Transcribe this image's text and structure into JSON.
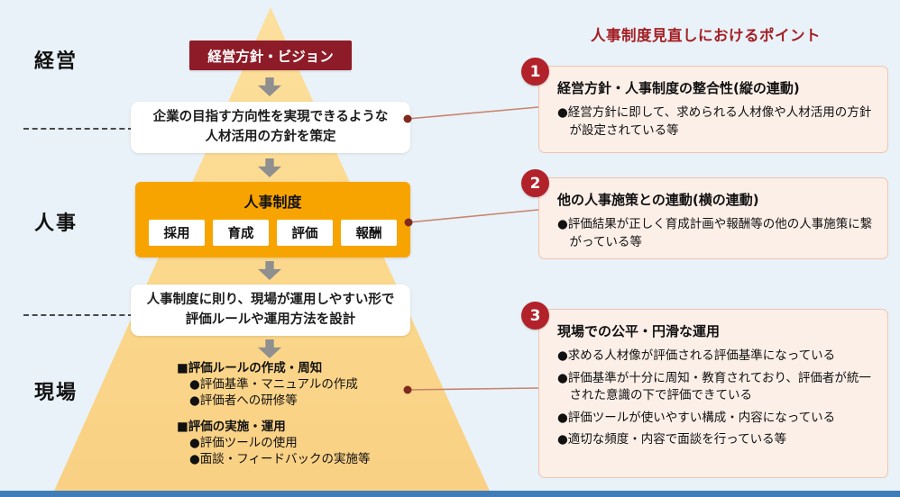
{
  "pyramid": {
    "levels": [
      {
        "label": "経営"
      },
      {
        "label": "人事"
      },
      {
        "label": "現場"
      }
    ],
    "vision_box": "経営方針・ビジョン",
    "box1_line1": "企業の目指す方向性を実現できるような",
    "box1_line2": "人材活用の方針を策定",
    "hr_system": {
      "title": "人事制度",
      "items": [
        "採用",
        "育成",
        "評価",
        "報酬"
      ]
    },
    "box2_line1": "人事制度に則り、現場が運用しやすい形で",
    "box2_line2": "評価ルールや運用方法を設計",
    "field_groups": [
      {
        "heading": "■評価ルールの作成・周知",
        "items": [
          "●評価基準・マニュアルの作成",
          "●評価者への研修等"
        ]
      },
      {
        "heading": "■評価の実施・運用",
        "items": [
          "●評価ツールの使用",
          "●面談・フィードバックの実施等"
        ]
      }
    ]
  },
  "points": {
    "title": "人事制度見直しにおけるポイント",
    "items": [
      {
        "number": "1",
        "heading": "経営方針・人事制度の整合性(縦の連動)",
        "bullets": [
          "●経営方針に即して、求められる人材像や人材活用の方針が設定されている等"
        ]
      },
      {
        "number": "2",
        "heading": "他の人事施策との連動(横の連動)",
        "bullets": [
          "●評価結果が正しく育成計画や報酬等の他の人事施策に繋がっている等"
        ]
      },
      {
        "number": "3",
        "heading": "現場での公平・円滑な運用",
        "bullets": [
          "●求める人材像が評価される評価基準になっている",
          "●評価基準が十分に周知・教育されており、評価者が統一された意識の下で評価できている",
          "●評価ツールが使いやすい構成・内容になっている",
          "●適切な頻度・内容で面談を行っている等"
        ]
      }
    ]
  },
  "colors": {
    "accent_dark_red": "#8e1b28",
    "accent_orange": "#f8a400",
    "point_box_bg": "#fcefe8",
    "bottom_bar": "#3f7db9"
  }
}
